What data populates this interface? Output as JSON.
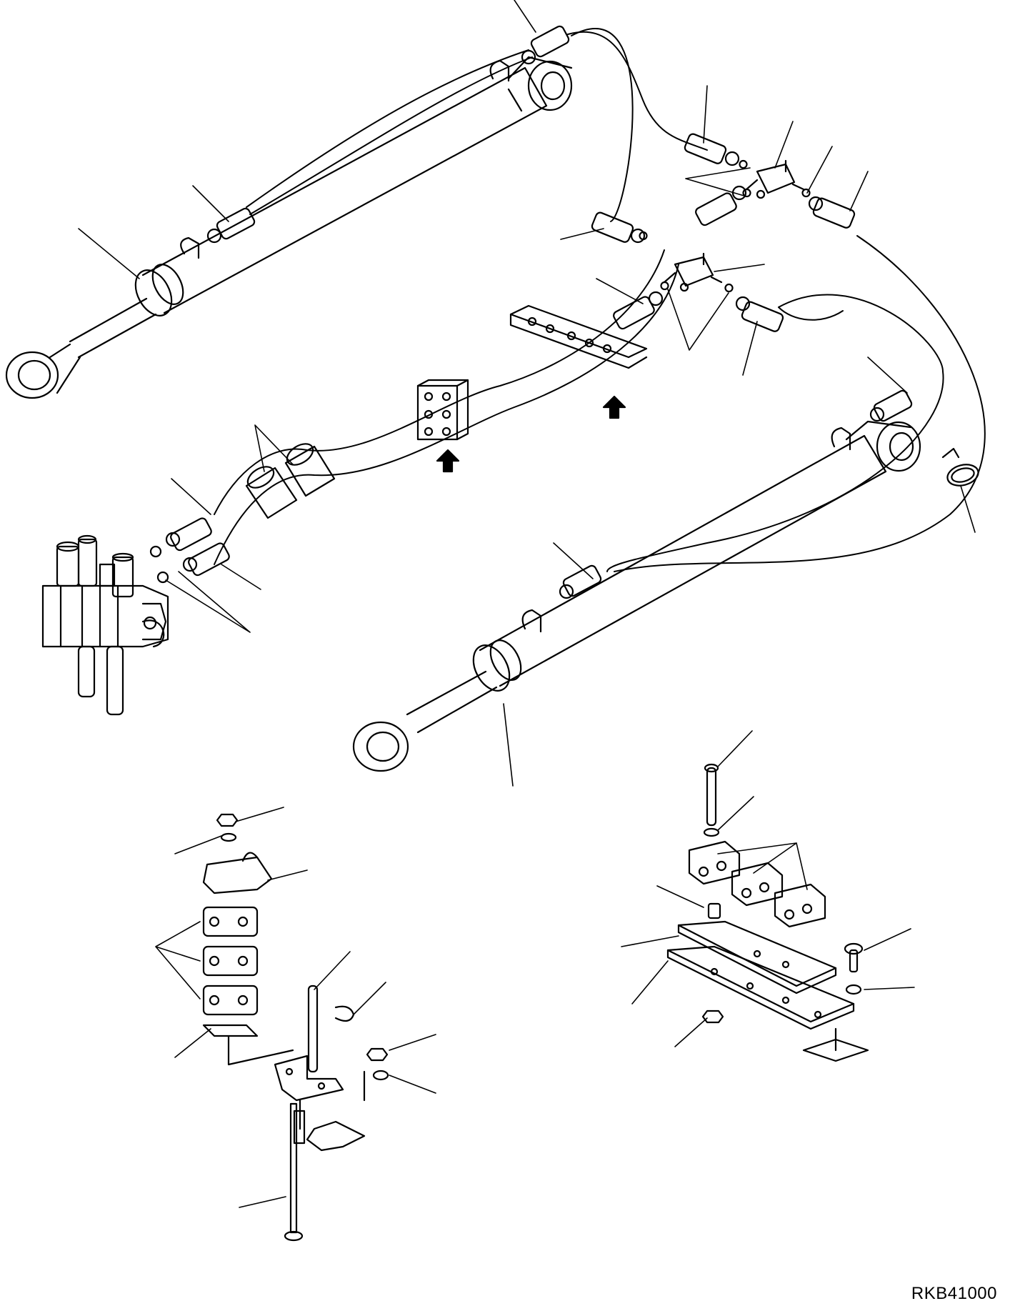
{
  "drawing_code": "RKB41000",
  "colors": {
    "line": "#000000",
    "background": "#ffffff"
  },
  "parts": {
    "left_cylinder": "hydraulic-cylinder",
    "right_cylinder": "hydraulic-cylinder",
    "control_valve": "control-valve",
    "hose_fittings": "hose-end-fitting",
    "tee_fittings": "tee-fitting",
    "hose_protectors": "hose-sleeve",
    "clamp_blocks": "hose-clamp-block",
    "cable_tie": "cable-tie",
    "left_clamp_assembly": "clamp-stack-with-bracket",
    "right_clamp_assembly": "clamp-row-with-plates"
  }
}
